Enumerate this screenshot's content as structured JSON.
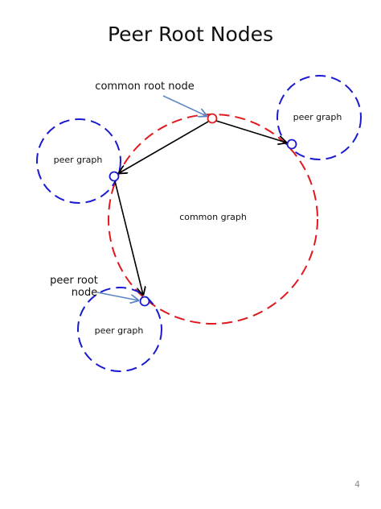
{
  "slide": {
    "title": "Peer Root Nodes",
    "page_number": "4"
  },
  "labels": {
    "common_graph": "common graph",
    "peer_graph": "peer graph",
    "common_root_node": "common root node",
    "peer_root_line1": "peer root",
    "peer_root_line2": "node"
  },
  "colors": {
    "common_graph_stroke": "#e0191e",
    "peer_graph_stroke": "#1a1ad0",
    "edge": "#000000",
    "callout_arrow": "#5f87c4",
    "text": "#111111"
  }
}
